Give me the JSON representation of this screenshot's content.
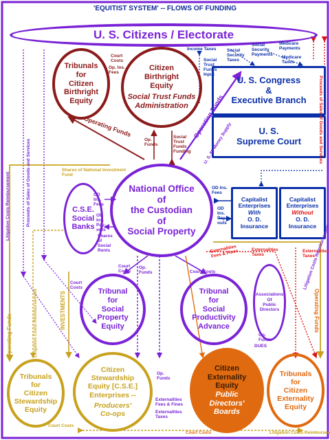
{
  "title": "'EQUITIST SYSTEM' -- FLOWS OF FUNDING",
  "colors": {
    "purple": "#7a22d6",
    "maroon": "#8b1a1a",
    "navy": "#0a2fa8",
    "gold": "#c8a21e",
    "orange": "#e06a10",
    "red": "#e01010",
    "darkblue": "#102a9a"
  },
  "nodes": {
    "electorate": "U. S. Citizens / Electorate",
    "tribunals_birthright": [
      "Tribunals",
      "for",
      "Citizen",
      "Birthright",
      "Equity"
    ],
    "citizen_birthright": {
      "lines": [
        "Citizen",
        "Birthright",
        "Equity"
      ],
      "sub": [
        "Social Trust Funds",
        "Administration"
      ]
    },
    "congress": [
      "U. S. Congress",
      "&",
      "Executive Branch"
    ],
    "supreme_court": [
      "U. S.",
      "Supreme Court"
    ],
    "national_office": [
      "National Office",
      "of",
      "the Custodian",
      "of",
      "Social Property"
    ],
    "cse_banks": [
      "C.S.E.",
      "Social",
      "Banks"
    ],
    "cap_with": {
      "a": "Capitalist",
      "b": "Enterprises",
      "c": "With",
      "d": "O. D.",
      "e": "Insurance"
    },
    "cap_without": {
      "a": "Capitalist",
      "b": "Enterprises",
      "c": "Without",
      "d": "O. D.",
      "e": "Insurance"
    },
    "tribunal_spe": [
      "Tribunal",
      "for",
      "Social",
      "Property",
      "Equity"
    ],
    "tribunal_spa": [
      "Tribunal",
      "for",
      "Social",
      "Productivity",
      "Advance"
    ],
    "associations": [
      "Associations",
      "Of",
      "Public",
      "Directors"
    ],
    "tribunals_stewardship": [
      "Tribunals",
      "for",
      "Citizen",
      "Stewardship",
      "Equity"
    ],
    "citizen_stewardship": {
      "lines": [
        "Citizen",
        "Stewardship",
        "Equity [C.S.E.]",
        "Enterprises --"
      ],
      "sub": [
        "Producers'",
        "Co-ops"
      ]
    },
    "citizen_externality": {
      "lines": [
        "Citizen",
        "Externality",
        "Equity"
      ],
      "sub": [
        "Public",
        "Directors'",
        "Boards"
      ]
    },
    "tribunals_externality": [
      "Tribunals",
      "for",
      "Citizen",
      "Externality",
      "Equity"
    ]
  },
  "labels": {
    "court_costs": "Court Costs",
    "income_taxes": "Income Taxes",
    "social_security_taxes": "Social Security Taxes",
    "social_security_payments": "Social Security Payments",
    "medicare_payments": "Medicare Payments",
    "medicare_taxes": "Medicare Taxes",
    "op_ins_fees": "Op. Ins. Fees",
    "social_trust_funds_input": "Social Trust Funds Input",
    "operating_funds": "Operating Funds",
    "us_money_supply": "U. S. $$ Money Supply",
    "op_funds": "Op. Funds",
    "social_trust_funds_funding": "Social Trust Funds Funding",
    "litigation_costs_reimbursement": "Litigation Costs Reimbursement",
    "proceeds_sales": "Proceeds of Sales of Goods and Services",
    "shares_nif": "Shares of National Investment Fund",
    "od_ins_fees": "OD Ins. Fees",
    "od_ins_payouts": "OD Ins. Pay-outs",
    "shares_social_rents": "Shares of Social Rents",
    "externalities_fees_fines": "Externalities Fees & Fines",
    "externalities_taxes": "Externalities Taxes",
    "investments": "INVESTMENTS",
    "dues": "DUES",
    "externalities_fees_fines2": "Externalities Fees & Fines",
    "externalities_taxes2": "Externalities Taxes"
  }
}
